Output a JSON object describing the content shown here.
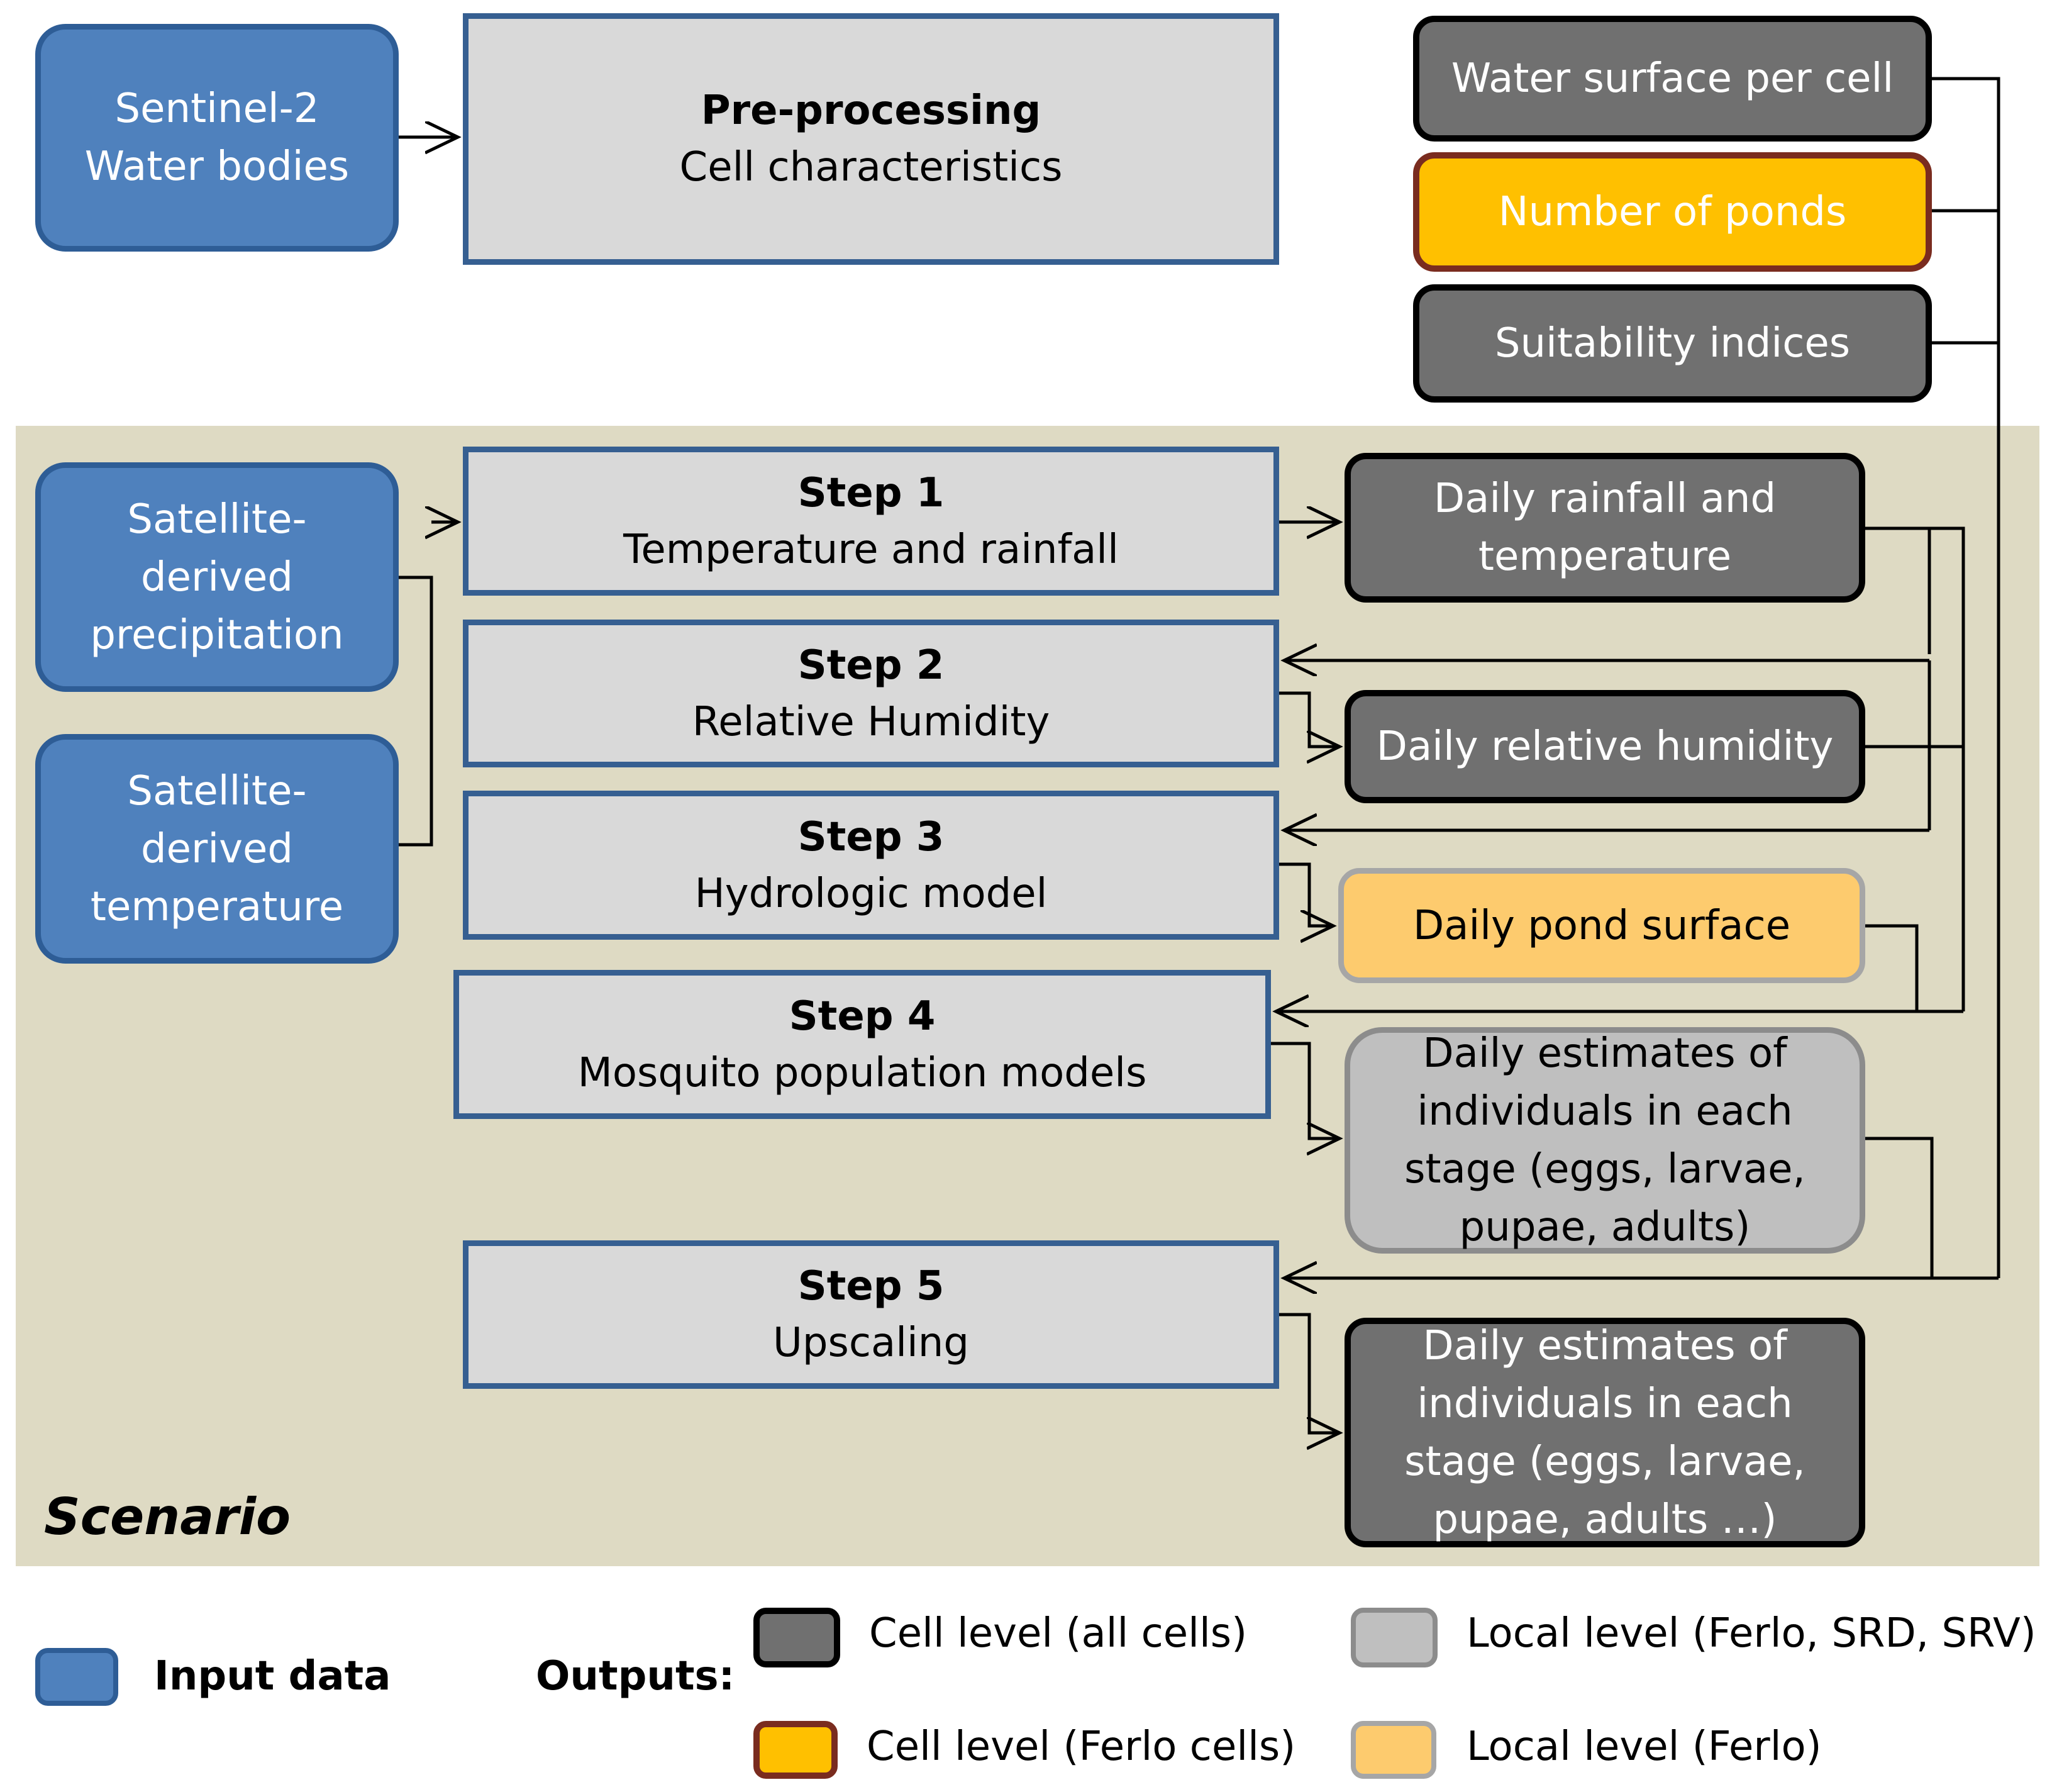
{
  "inputs": {
    "sentinel": [
      "Sentinel-2",
      "Water bodies"
    ],
    "precipitation": [
      "Satellite-",
      "derived",
      "precipitation"
    ],
    "temperature": [
      "Satellite-",
      "derived",
      "temperature"
    ]
  },
  "preprocessing": {
    "title": "Pre-processing",
    "subtitle": "Cell characteristics"
  },
  "top_outputs": {
    "water_surface": "Water surface per cell",
    "ponds": "Number of ponds",
    "suitability": "Suitability indices"
  },
  "steps": [
    {
      "title": "Step 1",
      "subtitle": "Temperature and rainfall"
    },
    {
      "title": "Step 2",
      "subtitle": "Relative Humidity"
    },
    {
      "title": "Step 3",
      "subtitle": "Hydrologic model"
    },
    {
      "title": "Step 4",
      "subtitle": "Mosquito population models"
    },
    {
      "title": "Step 5",
      "subtitle": "Upscaling"
    }
  ],
  "step_outputs": {
    "rain_temp": [
      "Daily rainfall and",
      "temperature"
    ],
    "humidity": "Daily relative humidity",
    "pond_surface": "Daily pond surface",
    "local_estimates": [
      "Daily estimates of",
      "individuals in each",
      "stage (eggs, larvae,",
      "pupae, adults)"
    ],
    "cell_estimates": [
      "Daily estimates of",
      "individuals in each",
      "stage (eggs, larvae,",
      "pupae, adults …)"
    ]
  },
  "scenario_label": "Scenario",
  "legend": {
    "input": "Input data",
    "outputs_title": "Outputs:",
    "cell_all": "Cell level (all cells)",
    "local_all": "Local level  (Ferlo, SRD, SRV)",
    "cell_ferlo": "Cell level (Ferlo cells)",
    "local_ferlo": "Local level (Ferlo)"
  },
  "colors": {
    "input_fill": "#4f81bd",
    "process_fill": "#d9d9d9",
    "cell_all_fill": "#707070",
    "local_all_fill": "#bfbfbf",
    "cell_ferlo_fill": "#ffc000",
    "local_ferlo_fill": "#fdcb6e",
    "scenario_bg": "#dedac3"
  }
}
